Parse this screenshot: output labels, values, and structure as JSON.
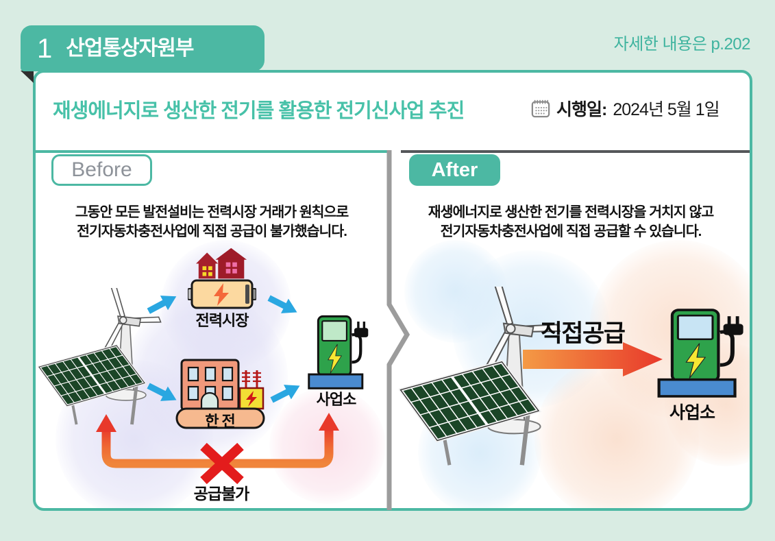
{
  "page": {
    "more_info": "자세한 내용은 p.202"
  },
  "header": {
    "number": "1",
    "ministry": "산업통상자원부"
  },
  "card": {
    "title": "재생에너지로 생산한 전기를 활용한 전기신사업 추진",
    "date_label": "시행일:",
    "date_value": "2024년 5월 1일"
  },
  "before": {
    "label": "Before",
    "line1": "그동안 모든 발전설비는 전력시장 거래가 원칙으로",
    "line2": "전기자동차충전사업에 직접 공급이 불가했습니다.",
    "power_market": "전력시장",
    "kepco": "한 전",
    "office": "사업소",
    "blocked": "공급불가"
  },
  "after": {
    "label": "After",
    "line1": "재생에너지로 생산한 전기를 전력시장을 거치지 않고",
    "line2": "전기자동차충전사업에 직접 공급할 수 있습니다.",
    "direct_supply": "직접공급",
    "office": "사업소"
  },
  "colors": {
    "teal": "#4cb8a3",
    "page_bg": "#d9ece3",
    "title_teal": "#47c1a8",
    "divider_gray": "#9c9c9c",
    "after_rule_gray": "#55575a",
    "blue_arrow": "#2aa7e1",
    "supply_orange": "#f0853b",
    "supply_red": "#e8392b",
    "x_red": "#e31c1c",
    "battery_fill": "#fcd9a0",
    "bolt_orange": "#f4683a",
    "house_red": "#9e1b29",
    "kepco_salmon": "#f0997b",
    "kepco_base": "#f6b98f",
    "transformer_yellow": "#f2df35",
    "charger_green": "#2ea24b",
    "charger_screen_before": "#bfe9c8",
    "charger_screen_after": "#c8e4f4",
    "charger_base_blue": "#4a8bd0",
    "bolt_yellow": "#f7e733",
    "solar_green": "#1b4527"
  }
}
